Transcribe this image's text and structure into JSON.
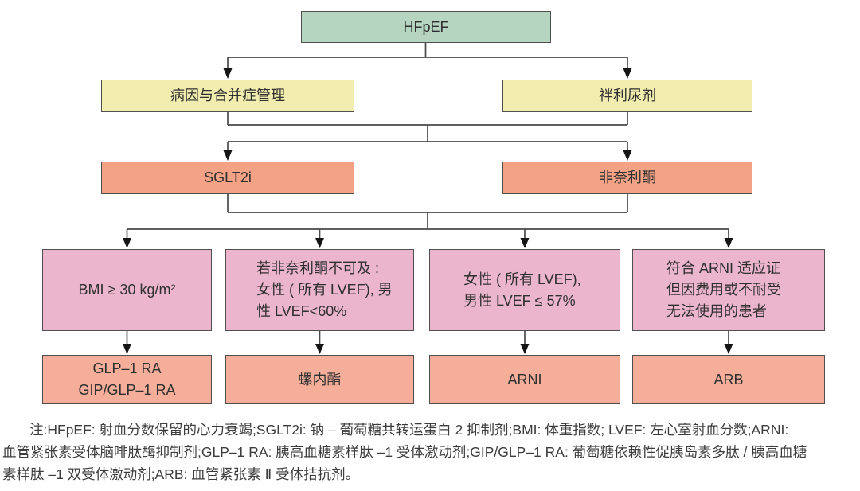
{
  "flowchart": {
    "root": {
      "label": "HFpEF"
    },
    "level2": [
      {
        "label": "病因与合并症管理"
      },
      {
        "label": "袢利尿剂"
      }
    ],
    "level3": [
      {
        "label": "SGLT2i"
      },
      {
        "label": "非奈利酮"
      }
    ],
    "level4": [
      {
        "lines": [
          "BMI ≥ 30 kg/m²"
        ]
      },
      {
        "lines": [
          "若非奈利酮不可及 :",
          "女性 ( 所有 LVEF), 男",
          "性 LVEF<60%"
        ]
      },
      {
        "lines": [
          "女性 ( 所有 LVEF),",
          "男性 LVEF ≤ 57%"
        ]
      },
      {
        "lines": [
          "符合 ARNI 适应证",
          "但因费用或不耐受",
          "无法使用的患者"
        ]
      }
    ],
    "level5": [
      {
        "lines": [
          "GLP–1 RA",
          "GIP/GLP–1 RA"
        ]
      },
      {
        "lines": [
          "螺内酯"
        ]
      },
      {
        "lines": [
          "ARNI"
        ]
      },
      {
        "lines": [
          "ARB"
        ]
      }
    ]
  },
  "note": {
    "lines": [
      "注:HFpEF: 射血分数保留的心力衰竭;SGLT2i: 钠 – 葡萄糖共转运蛋白 2 抑制剂;BMI: 体重指数; LVEF: 左心室射血分数;ARNI:",
      "血管紧张素受体脑啡肽酶抑制剂;GLP–1 RA: 胰高血糖素样肽 –1 受体激动剂;GIP/GLP–1 RA: 葡萄糖依赖性促胰岛素多肽 / 胰高血糖",
      "素样肽 –1 双受体激动剂;ARB: 血管紧张素 Ⅱ 受体拮抗剂。"
    ]
  },
  "colors": {
    "root_box": "#B5D5C0",
    "level2_box": "#F1EDAF",
    "level3_box": "#F3A285",
    "level4_box": "#EBB6CD",
    "level5_box": "#F5AE9A",
    "connector_line": "#4A4A4A",
    "arrowhead": "#151515",
    "border": "#4F4F4F"
  }
}
